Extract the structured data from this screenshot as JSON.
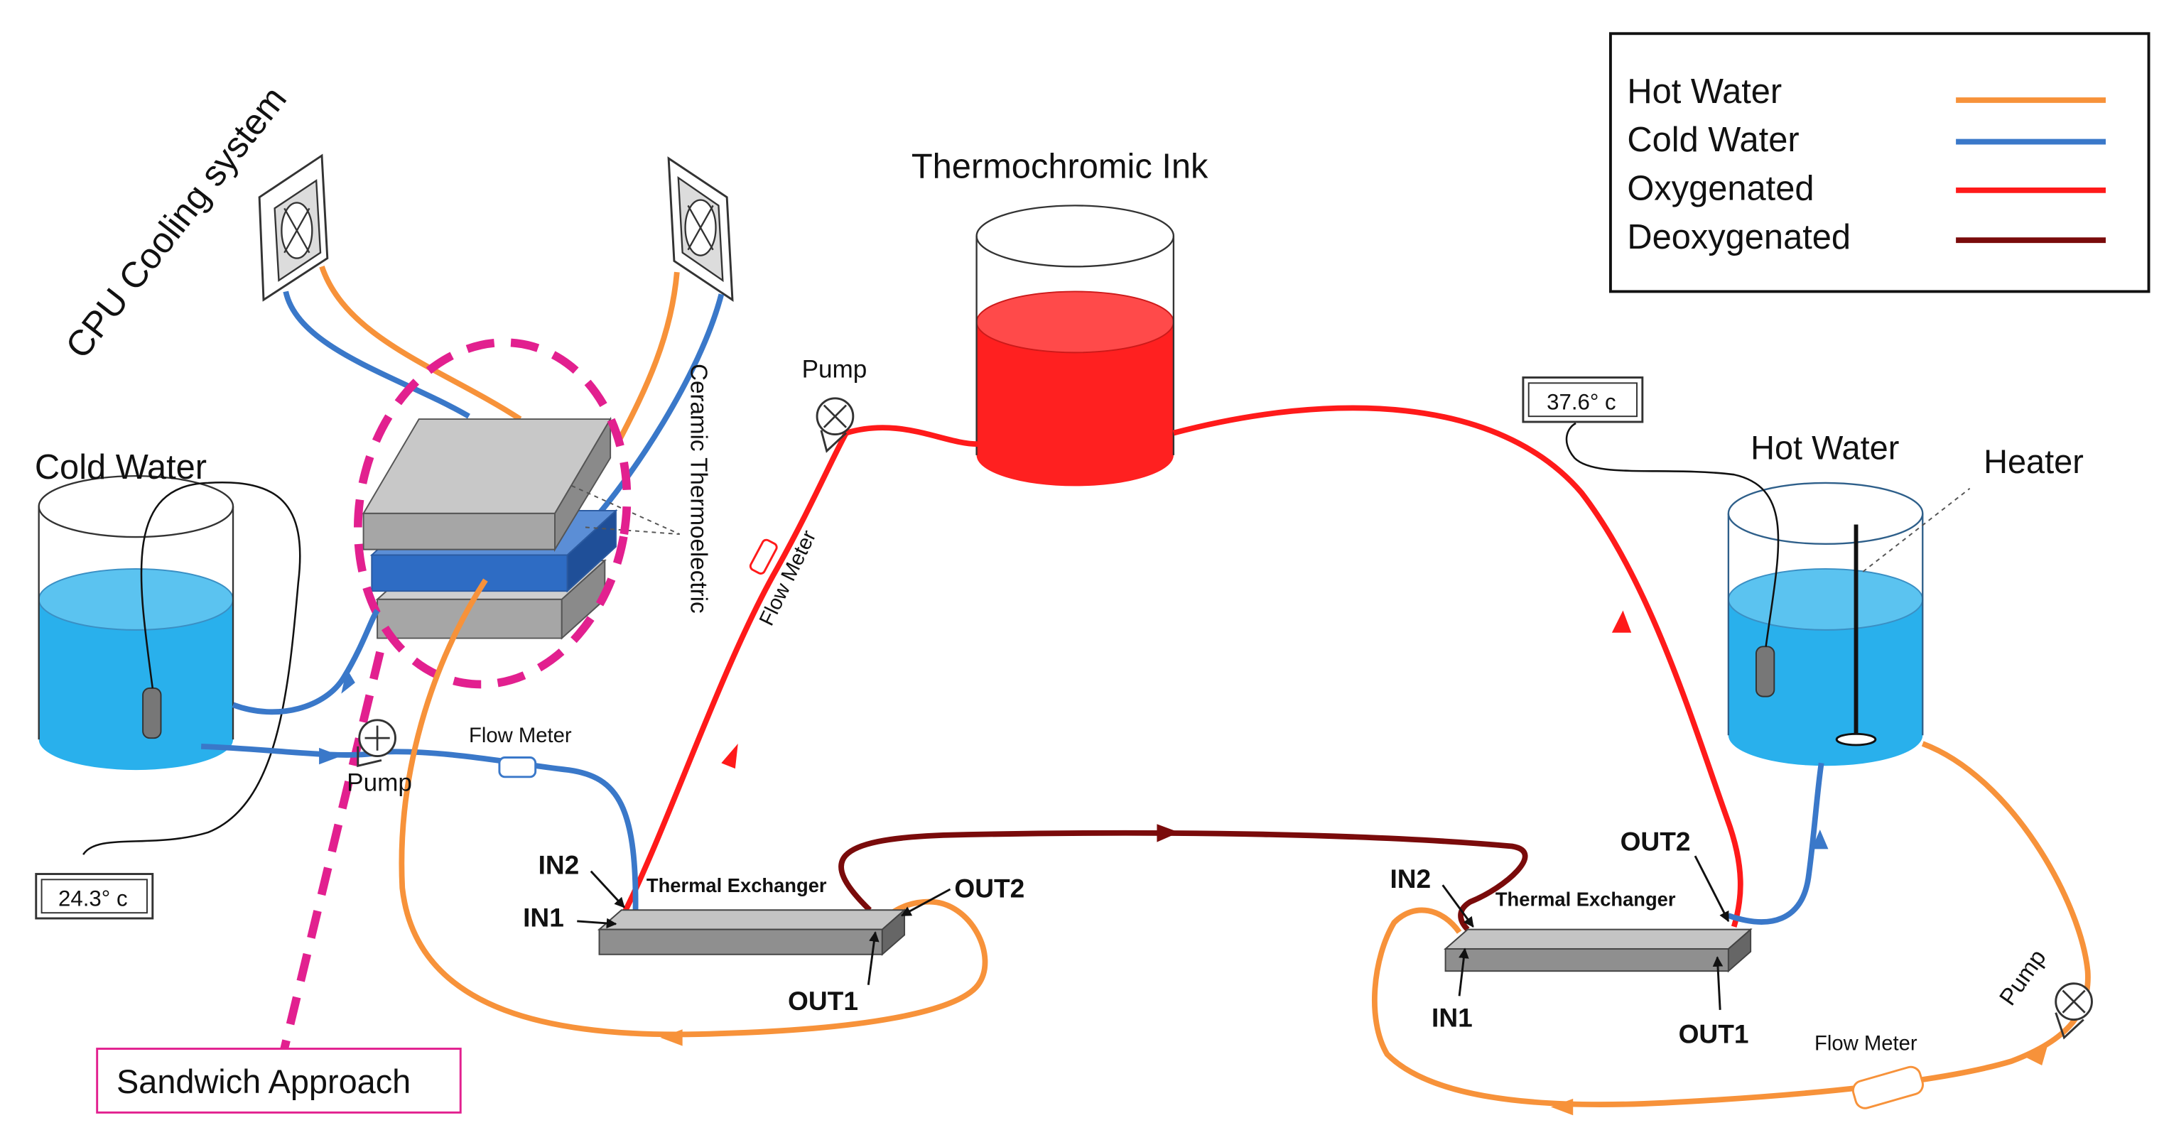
{
  "legend": {
    "entries": [
      {
        "label": "Hot Water",
        "color": "#f7923a"
      },
      {
        "label": "Cold Water",
        "color": "#3a78c9"
      },
      {
        "label": "Oxygenated",
        "color": "#ff1a1a"
      },
      {
        "label": "Deoxygenated",
        "color": "#7a0b0b"
      }
    ]
  },
  "colors": {
    "hot": "#f7923a",
    "cold": "#3a78c9",
    "oxy": "#ff1a1a",
    "deoxy": "#7a0b0b",
    "water": "#29b0ec",
    "magenta": "#e2208f",
    "ink": "#ff2020",
    "plate": "#a6a6a6"
  },
  "labels": {
    "cpu_cooling": "CPU Cooling system",
    "cold_water": "Cold Water",
    "hot_water": "Hot Water",
    "heater": "Heater",
    "thermochromic_ink": "Thermochromic Ink",
    "ceramic_thermoelectric": "Ceramic Thermoelectric",
    "sandwich_approach": "Sandwich Approach",
    "pump_left": "Pump",
    "pump_top": "Pump",
    "pump_right": "Pump",
    "flow_meter_left": "Flow Meter",
    "flow_meter_top": "Flow Meter",
    "flow_meter_right": "Flow Meter",
    "temp_cold": "24.3° c",
    "temp_hot": "37.6° c",
    "exchanger_left": {
      "title": "Thermal Exchanger",
      "in1": "IN1",
      "in2": "IN2",
      "out1": "OUT1",
      "out2": "OUT2"
    },
    "exchanger_right": {
      "title": "Thermal Exchanger",
      "in1": "IN1",
      "in2": "IN2",
      "out1": "OUT1",
      "out2": "OUT2"
    }
  }
}
